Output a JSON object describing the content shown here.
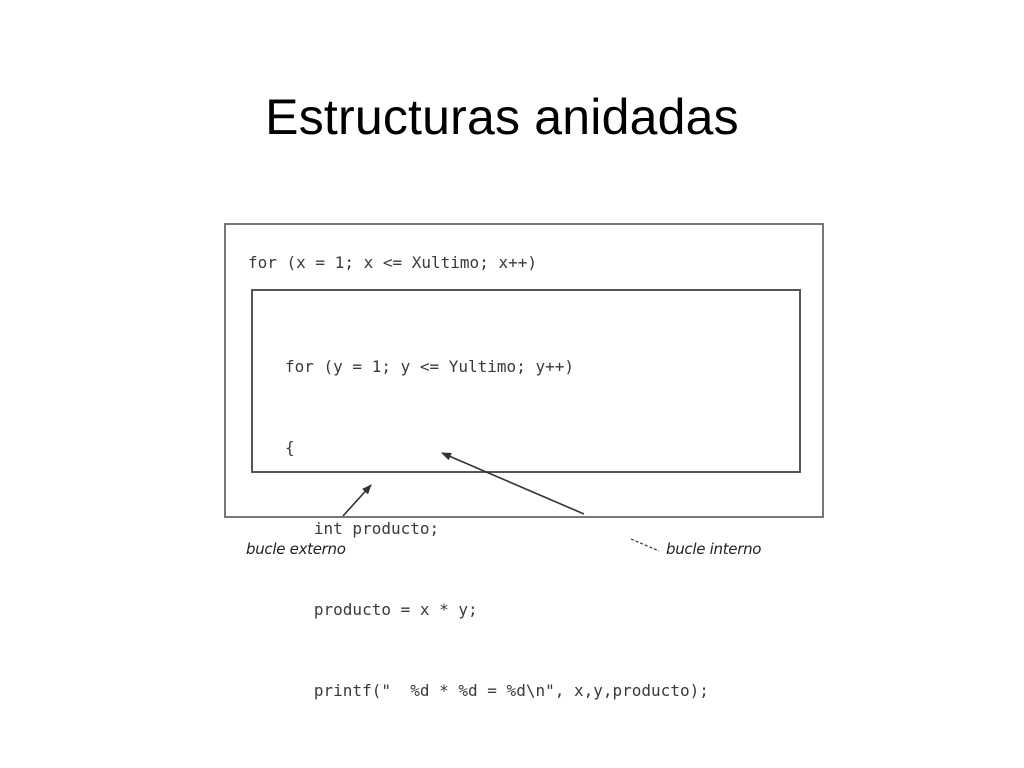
{
  "slide": {
    "title": "Estructuras anidadas"
  },
  "figure": {
    "outer_loop_code": "for (x = 1; x <= Xultimo; x++)",
    "inner_loop_code": [
      "for (y = 1; y <= Yultimo; y++)",
      "{",
      "   int producto;",
      "   producto = x * y;",
      "   printf(\"  %d * %d = %d\\n\", x,y,producto);"
    ],
    "label_outer": "bucle externo",
    "label_inner": "bucle interno"
  }
}
